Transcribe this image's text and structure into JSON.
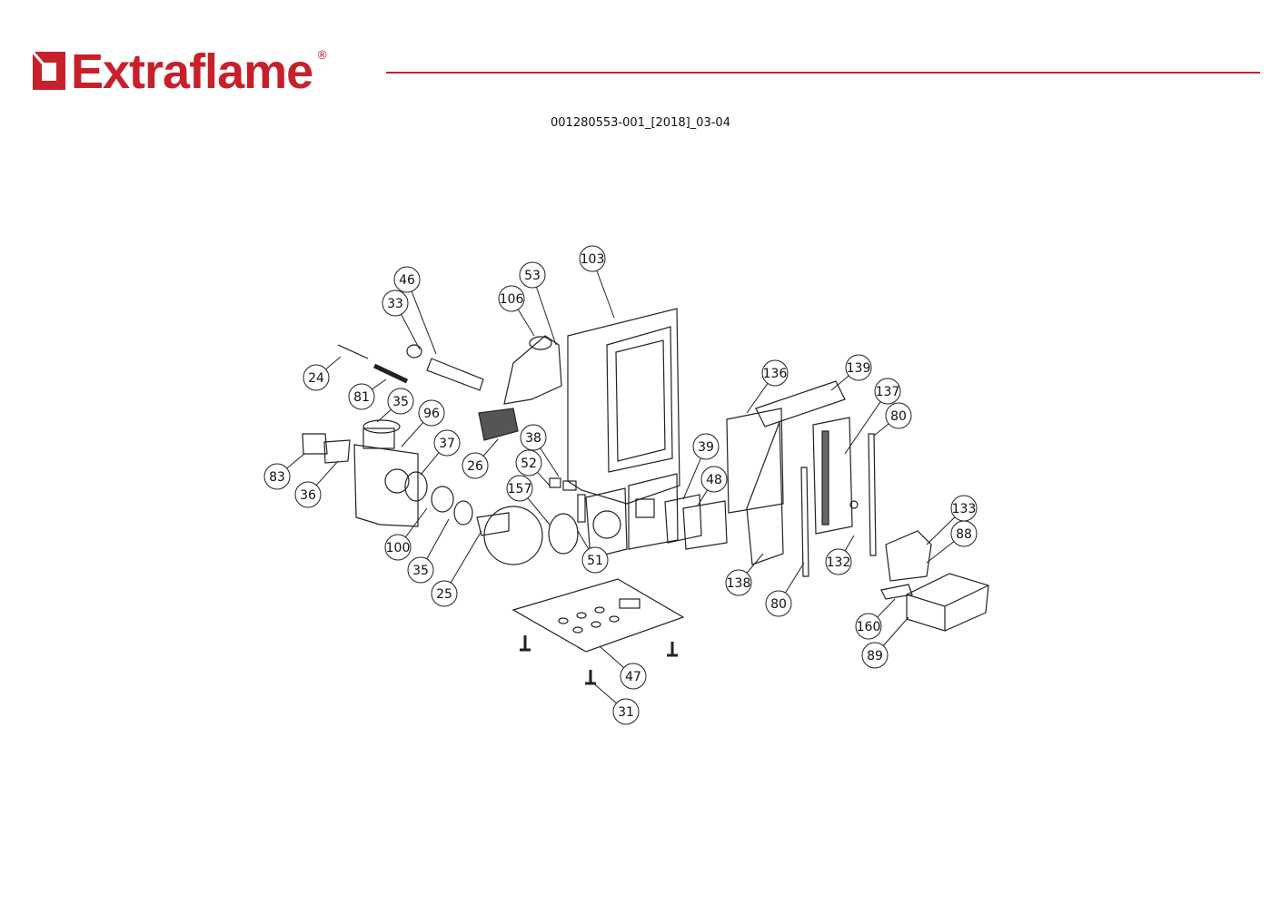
{
  "header": {
    "brand": "Extraflame",
    "registered": "®",
    "document_code": "001280553-001_[2018]_03-04"
  },
  "colors": {
    "brand": "#c8202a",
    "line": "#222222"
  },
  "callouts": [
    "46",
    "33",
    "53",
    "106",
    "103",
    "24",
    "81",
    "35",
    "96",
    "37",
    "26",
    "38",
    "52",
    "157",
    "83",
    "36",
    "100",
    "35",
    "25",
    "51",
    "39",
    "48",
    "136",
    "139",
    "137",
    "80",
    "132",
    "138",
    "80",
    "133",
    "88",
    "160",
    "89",
    "47",
    "31"
  ]
}
